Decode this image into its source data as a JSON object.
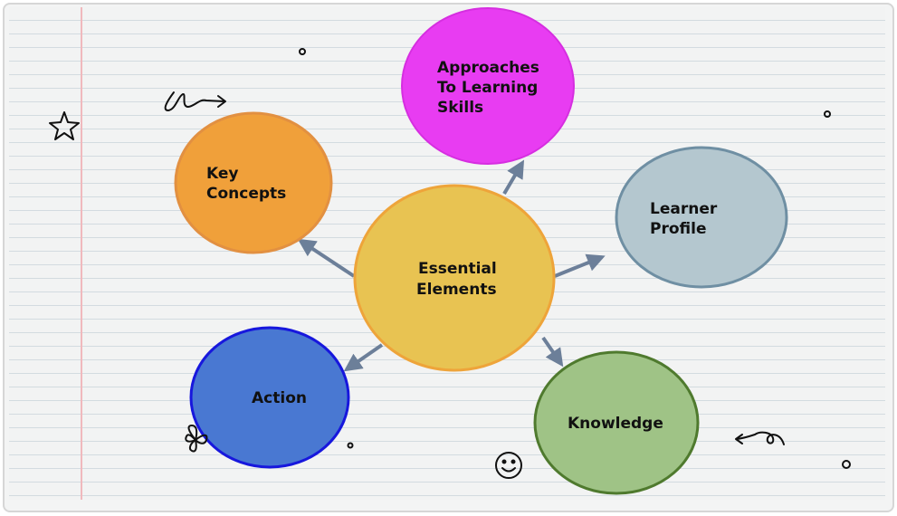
{
  "diagram": {
    "center": {
      "lines": [
        "Essential",
        "Elements"
      ],
      "fill": "#e8c352",
      "stroke": "#eea43a"
    },
    "nodes": [
      {
        "id": "approaches",
        "lines": [
          "Approaches",
          "To Learning",
          "Skills"
        ],
        "fill": "#e83cf2",
        "stroke": "#d62ee0"
      },
      {
        "id": "key-concepts",
        "lines": [
          "Key",
          "Concepts"
        ],
        "fill": "#f0a03a",
        "stroke": "#e29041"
      },
      {
        "id": "learner-profile",
        "lines": [
          "Learner",
          "Profile"
        ],
        "fill": "#b4c7cf",
        "stroke": "#6f8fa3"
      },
      {
        "id": "action",
        "lines": [
          "Action"
        ],
        "fill": "#4978d2",
        "stroke": "#1717dd"
      },
      {
        "id": "knowledge",
        "lines": [
          "Knowledge"
        ],
        "fill": "#9fc386",
        "stroke": "#4f7a2e"
      }
    ],
    "arrow_color": "#6c7f99",
    "background": {
      "paper": "#f2f3f3",
      "rule_color": "#d3dbe0",
      "margin_color": "#f0b9bd"
    }
  }
}
